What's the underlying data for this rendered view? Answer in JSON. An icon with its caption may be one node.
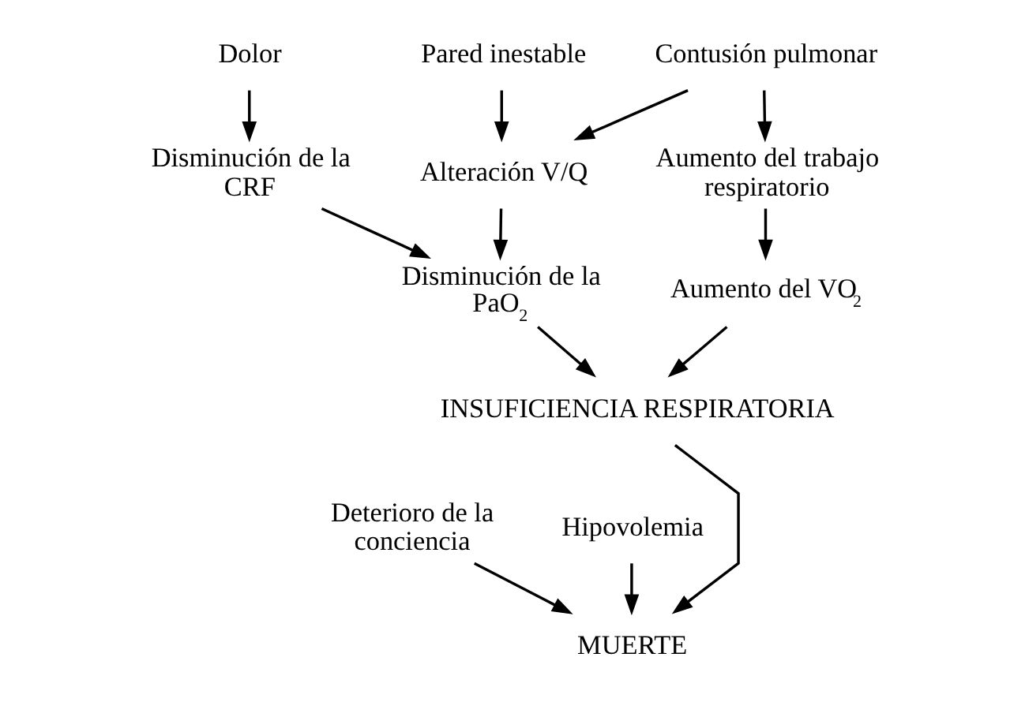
{
  "diagram": {
    "nodes": [
      {
        "text": [
          "Dolor"
        ]
      },
      {
        "text": [
          "Pared inestable"
        ]
      },
      {
        "text": [
          "Contusión pulmonar"
        ]
      },
      {
        "text": [
          "Disminución de la CRF"
        ]
      },
      {
        "text": [
          "Alteración V/Q"
        ]
      },
      {
        "text": [
          "Aumento del trabajo respiratorio"
        ]
      },
      {
        "text": [
          "Disminución de la PaO$_{2}$"
        ]
      },
      {
        "text": [
          "Aumento del VO$_{2}$"
        ]
      },
      {
        "text": [
          "INSUFICIENCIA RESPIRATORIA"
        ]
      },
      {
        "text": [
          "Deterioro de la conciencia"
        ]
      },
      {
        "text": [
          "Hipovolemia"
        ]
      },
      {
        "text": [
          "MUERTE"
        ]
      }
    ],
    "edges": [
      {
        "from": 0,
        "to": 3,
        "arrow": "to"
      },
      {
        "from": 1,
        "to": 4,
        "arrow": "to"
      },
      {
        "from": 2,
        "to": 4,
        "arrow": "to"
      },
      {
        "from": 2,
        "to": 5,
        "arrow": "to"
      },
      {
        "from": 3,
        "to": 6,
        "arrow": "to"
      },
      {
        "from": 4,
        "to": 6,
        "arrow": "to"
      },
      {
        "from": 5,
        "to": 7,
        "arrow": "to"
      },
      {
        "from": 6,
        "to": 8,
        "arrow": "to"
      },
      {
        "from": 7,
        "to": 8,
        "arrow": "to"
      },
      {
        "from": 8,
        "to": 11,
        "arrow": "to"
      },
      {
        "from": 9,
        "to": 11,
        "arrow": "to"
      },
      {
        "from": 10,
        "to": 11,
        "arrow": "to"
      }
    ]
  }
}
